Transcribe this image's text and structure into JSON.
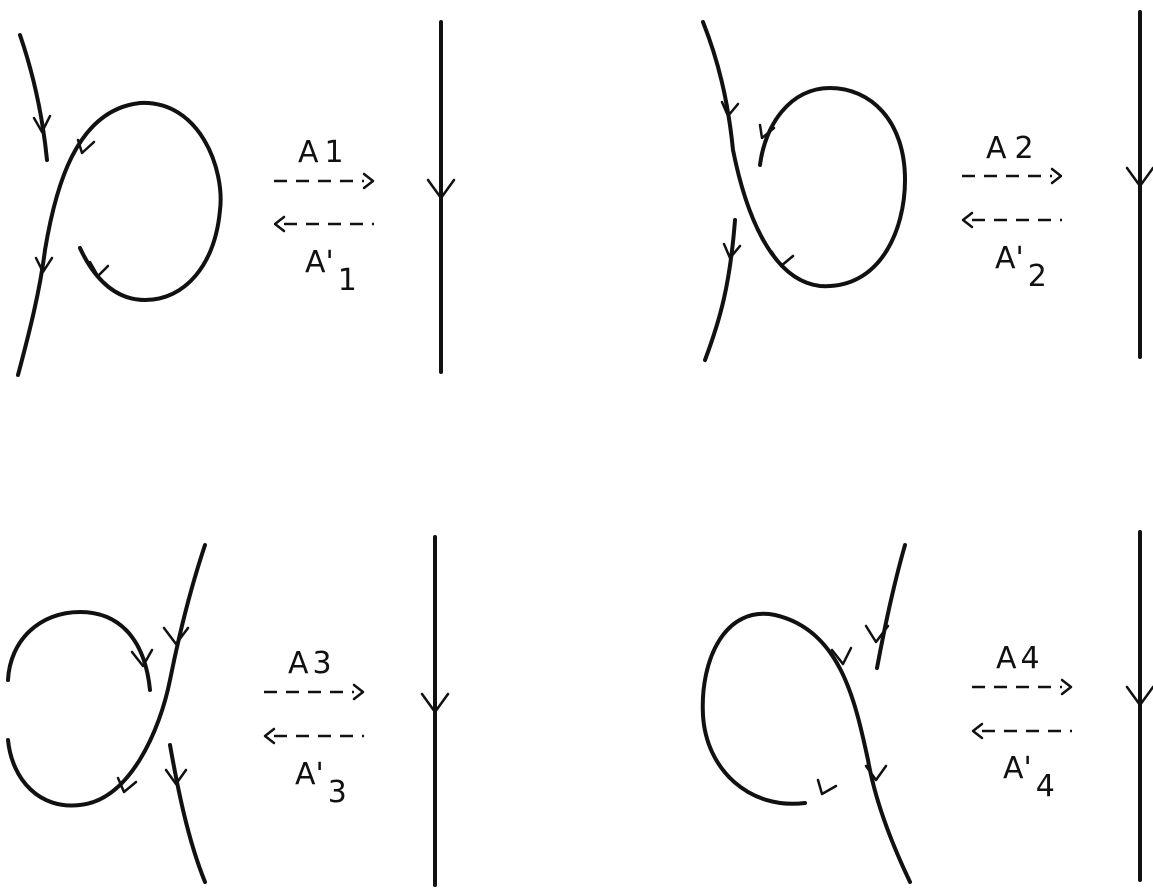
{
  "moves": [
    {
      "forward": {
        "base": "A",
        "index": "1"
      },
      "backward": {
        "base": "A'",
        "index": "1"
      }
    },
    {
      "forward": {
        "base": "A",
        "index": "2"
      },
      "backward": {
        "base": "A'",
        "index": "2"
      }
    },
    {
      "forward": {
        "base": "A",
        "index": "3"
      },
      "backward": {
        "base": "A'",
        "index": "3"
      }
    },
    {
      "forward": {
        "base": "A",
        "index": "4"
      },
      "backward": {
        "base": "A'",
        "index": "4"
      }
    }
  ]
}
